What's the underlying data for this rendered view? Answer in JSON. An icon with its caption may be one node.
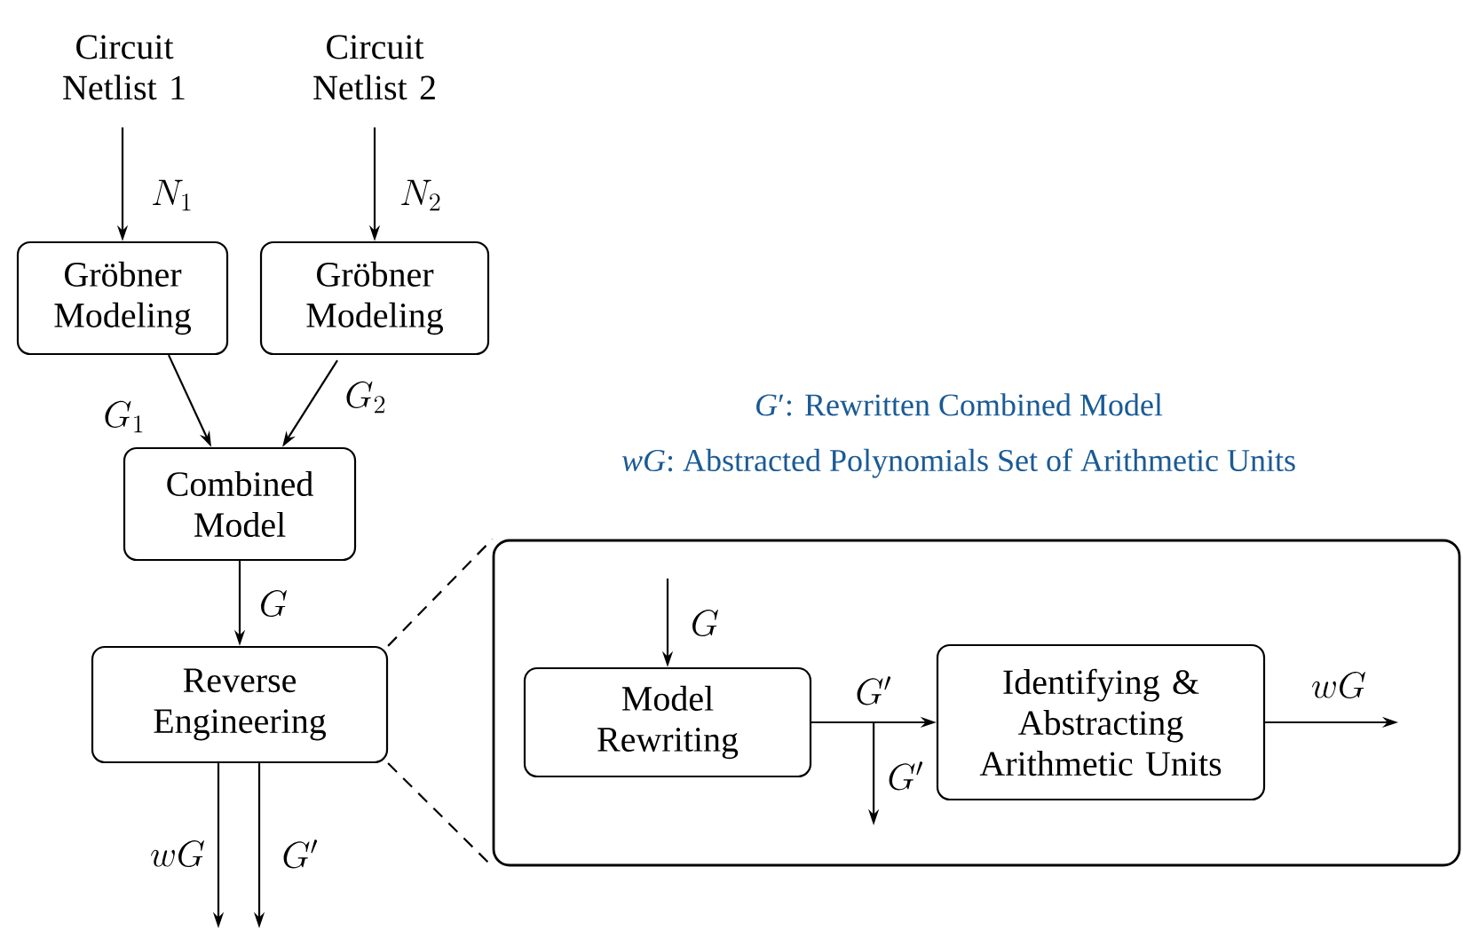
{
  "diagram": {
    "nodes": [
      {
        "text": [
          "Circuit Netlist 1"
        ]
      },
      {
        "text": [
          "Circuit Netlist 2"
        ]
      },
      {
        "text": [
          "Gröbner Modeling"
        ]
      },
      {
        "text": [
          "Gröbner Modeling"
        ]
      },
      {
        "text": [
          "Combined Model"
        ]
      },
      {
        "text": [
          "Reverse Engineering"
        ]
      },
      {
        "text": [],
        "shape": "box"
      },
      {
        "text": [
          "Model Rewriting"
        ],
        "in": 6
      },
      {
        "text": [
          "Identifying & Abstracting Arithmetic Units"
        ],
        "in": 6
      }
    ],
    "edges": [
      {
        "from": 0,
        "to": 2,
        "arrow": "to",
        "label": "N_1"
      },
      {
        "from": 1,
        "to": 3,
        "arrow": "to",
        "label": "N_2"
      },
      {
        "from": 2,
        "to": 4,
        "arrow": "to",
        "label": "G_1"
      },
      {
        "from": 3,
        "to": 4,
        "arrow": "to",
        "label": "G_2"
      },
      {
        "from": 4,
        "to": 5,
        "arrow": "to",
        "label": "G"
      },
      {
        "from": 5,
        "to": null,
        "arrow": "to",
        "label": "wG"
      },
      {
        "from": 5,
        "to": null,
        "arrow": "to",
        "label": "G'"
      },
      {
        "from": 5,
        "to": 6,
        "arrow": "none",
        "style": "dashed"
      },
      {
        "from": 5,
        "to": 6,
        "arrow": "none",
        "style": "dashed"
      },
      {
        "from": null,
        "to": 7,
        "arrow": "to",
        "label": "G"
      },
      {
        "from": 7,
        "to": 8,
        "arrow": "to",
        "label": "G'"
      },
      {
        "from": 7,
        "to": null,
        "arrow": "to",
        "label": "G'"
      },
      {
        "from": 8,
        "to": null,
        "arrow": "to",
        "label": "wG"
      }
    ],
    "labels": [
      "*G*′: Rewritten Combined Model",
      "*wG*: Abstracted Polynomials Set of Arithmetic Units"
    ]
  }
}
